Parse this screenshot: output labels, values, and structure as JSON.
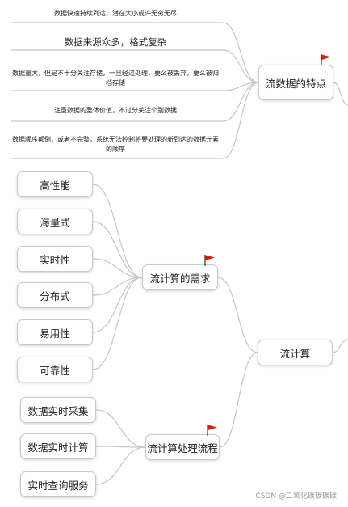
{
  "notes": [
    "数据快速持续到达，潜在大小或许无穷无尽",
    "数据来源众多，格式复杂",
    "数据量大，但是不十分关注存储，一旦经过处理，要么被丢弃，要么被归档存储",
    "注重数据的整体价值，不过分关注个别数据",
    "数据顺序颠倒，或者不完整，系统无法控制将要处理的新到达的数据元素的顺序"
  ],
  "topics": {
    "features": "流数据的特点",
    "needs": "流计算的需求",
    "process": "流计算处理流程",
    "root": "流计算"
  },
  "needs_items": [
    "高性能",
    "海量式",
    "实时性",
    "分布式",
    "易用性",
    "可靠性"
  ],
  "process_items": [
    "数据实时采集",
    "数据实时计算",
    "实时查询服务"
  ],
  "watermark": "CSDN @二氧化碳碳碳碳",
  "colors": {
    "line": "#c6c6c6",
    "flag": "#d81e06"
  }
}
